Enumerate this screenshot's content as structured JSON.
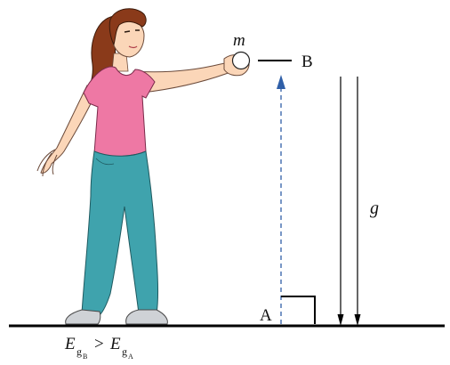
{
  "labels": {
    "mass": "m",
    "point_b": "B",
    "point_a": "A",
    "gravity": "g"
  },
  "equation": {
    "lhs_symbol": "E",
    "lhs_sub": "g",
    "lhs_subsub": "B",
    "operator": ">",
    "rhs_symbol": "E",
    "rhs_sub": "g",
    "rhs_subsub": "A"
  },
  "colors": {
    "shirt": "#ee78a4",
    "jeans": "#3fa3ad",
    "hair": "#8a3a1a",
    "skin": "#fbd6b8",
    "displacement_arrow": "#2f5fa8",
    "ground": "#000000"
  }
}
